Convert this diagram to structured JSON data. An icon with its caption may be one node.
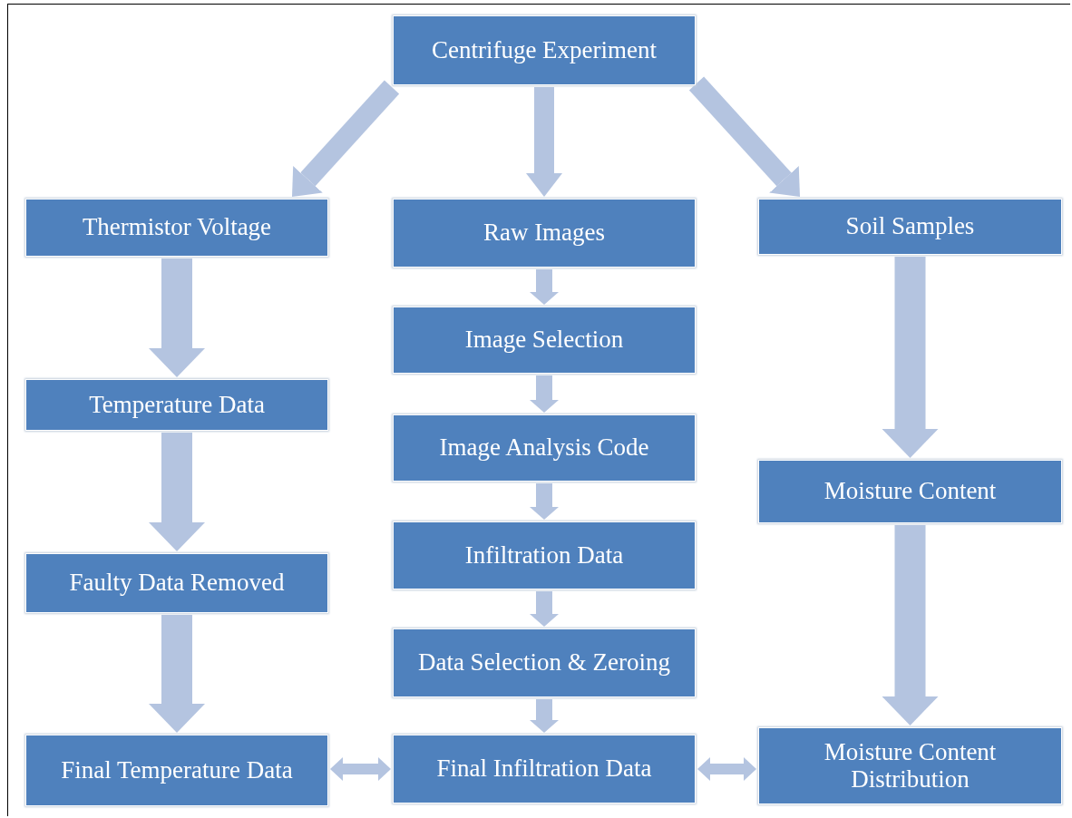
{
  "diagram": {
    "nodes": [
      {
        "text": [
          "Centrifuge Experiment"
        ]
      },
      {
        "text": [
          "Thermistor Voltage"
        ]
      },
      {
        "text": [
          "Raw Images"
        ]
      },
      {
        "text": [
          "Soil Samples"
        ]
      },
      {
        "text": [
          "Temperature Data"
        ]
      },
      {
        "text": [
          "Image Selection"
        ]
      },
      {
        "text": [
          "Image Analysis Code"
        ]
      },
      {
        "text": [
          "Infiltration Data"
        ]
      },
      {
        "text": [
          "Moisture Content"
        ]
      },
      {
        "text": [
          "Faulty Data Removed"
        ]
      },
      {
        "text": [
          "Data Selection & Zeroing"
        ]
      },
      {
        "text": [
          "Final Temperature Data"
        ]
      },
      {
        "text": [
          "Final Infiltration Data"
        ]
      },
      {
        "text": [
          "Moisture Content Distribution"
        ]
      }
    ],
    "edges": [
      {
        "from": 0,
        "to": 1,
        "arrow": "to"
      },
      {
        "from": 0,
        "to": 2,
        "arrow": "to"
      },
      {
        "from": 0,
        "to": 3,
        "arrow": "to"
      },
      {
        "from": 1,
        "to": 4,
        "arrow": "to"
      },
      {
        "from": 4,
        "to": 9,
        "arrow": "to"
      },
      {
        "from": 9,
        "to": 11,
        "arrow": "to"
      },
      {
        "from": 2,
        "to": 5,
        "arrow": "to"
      },
      {
        "from": 5,
        "to": 6,
        "arrow": "to"
      },
      {
        "from": 6,
        "to": 7,
        "arrow": "to"
      },
      {
        "from": 7,
        "to": 10,
        "arrow": "to"
      },
      {
        "from": 10,
        "to": 12,
        "arrow": "to"
      },
      {
        "from": 3,
        "to": 8,
        "arrow": "to"
      },
      {
        "from": 8,
        "to": 13,
        "arrow": "to"
      },
      {
        "from": 11,
        "to": 12,
        "arrow": "both"
      },
      {
        "from": 12,
        "to": 13,
        "arrow": "both"
      }
    ]
  }
}
